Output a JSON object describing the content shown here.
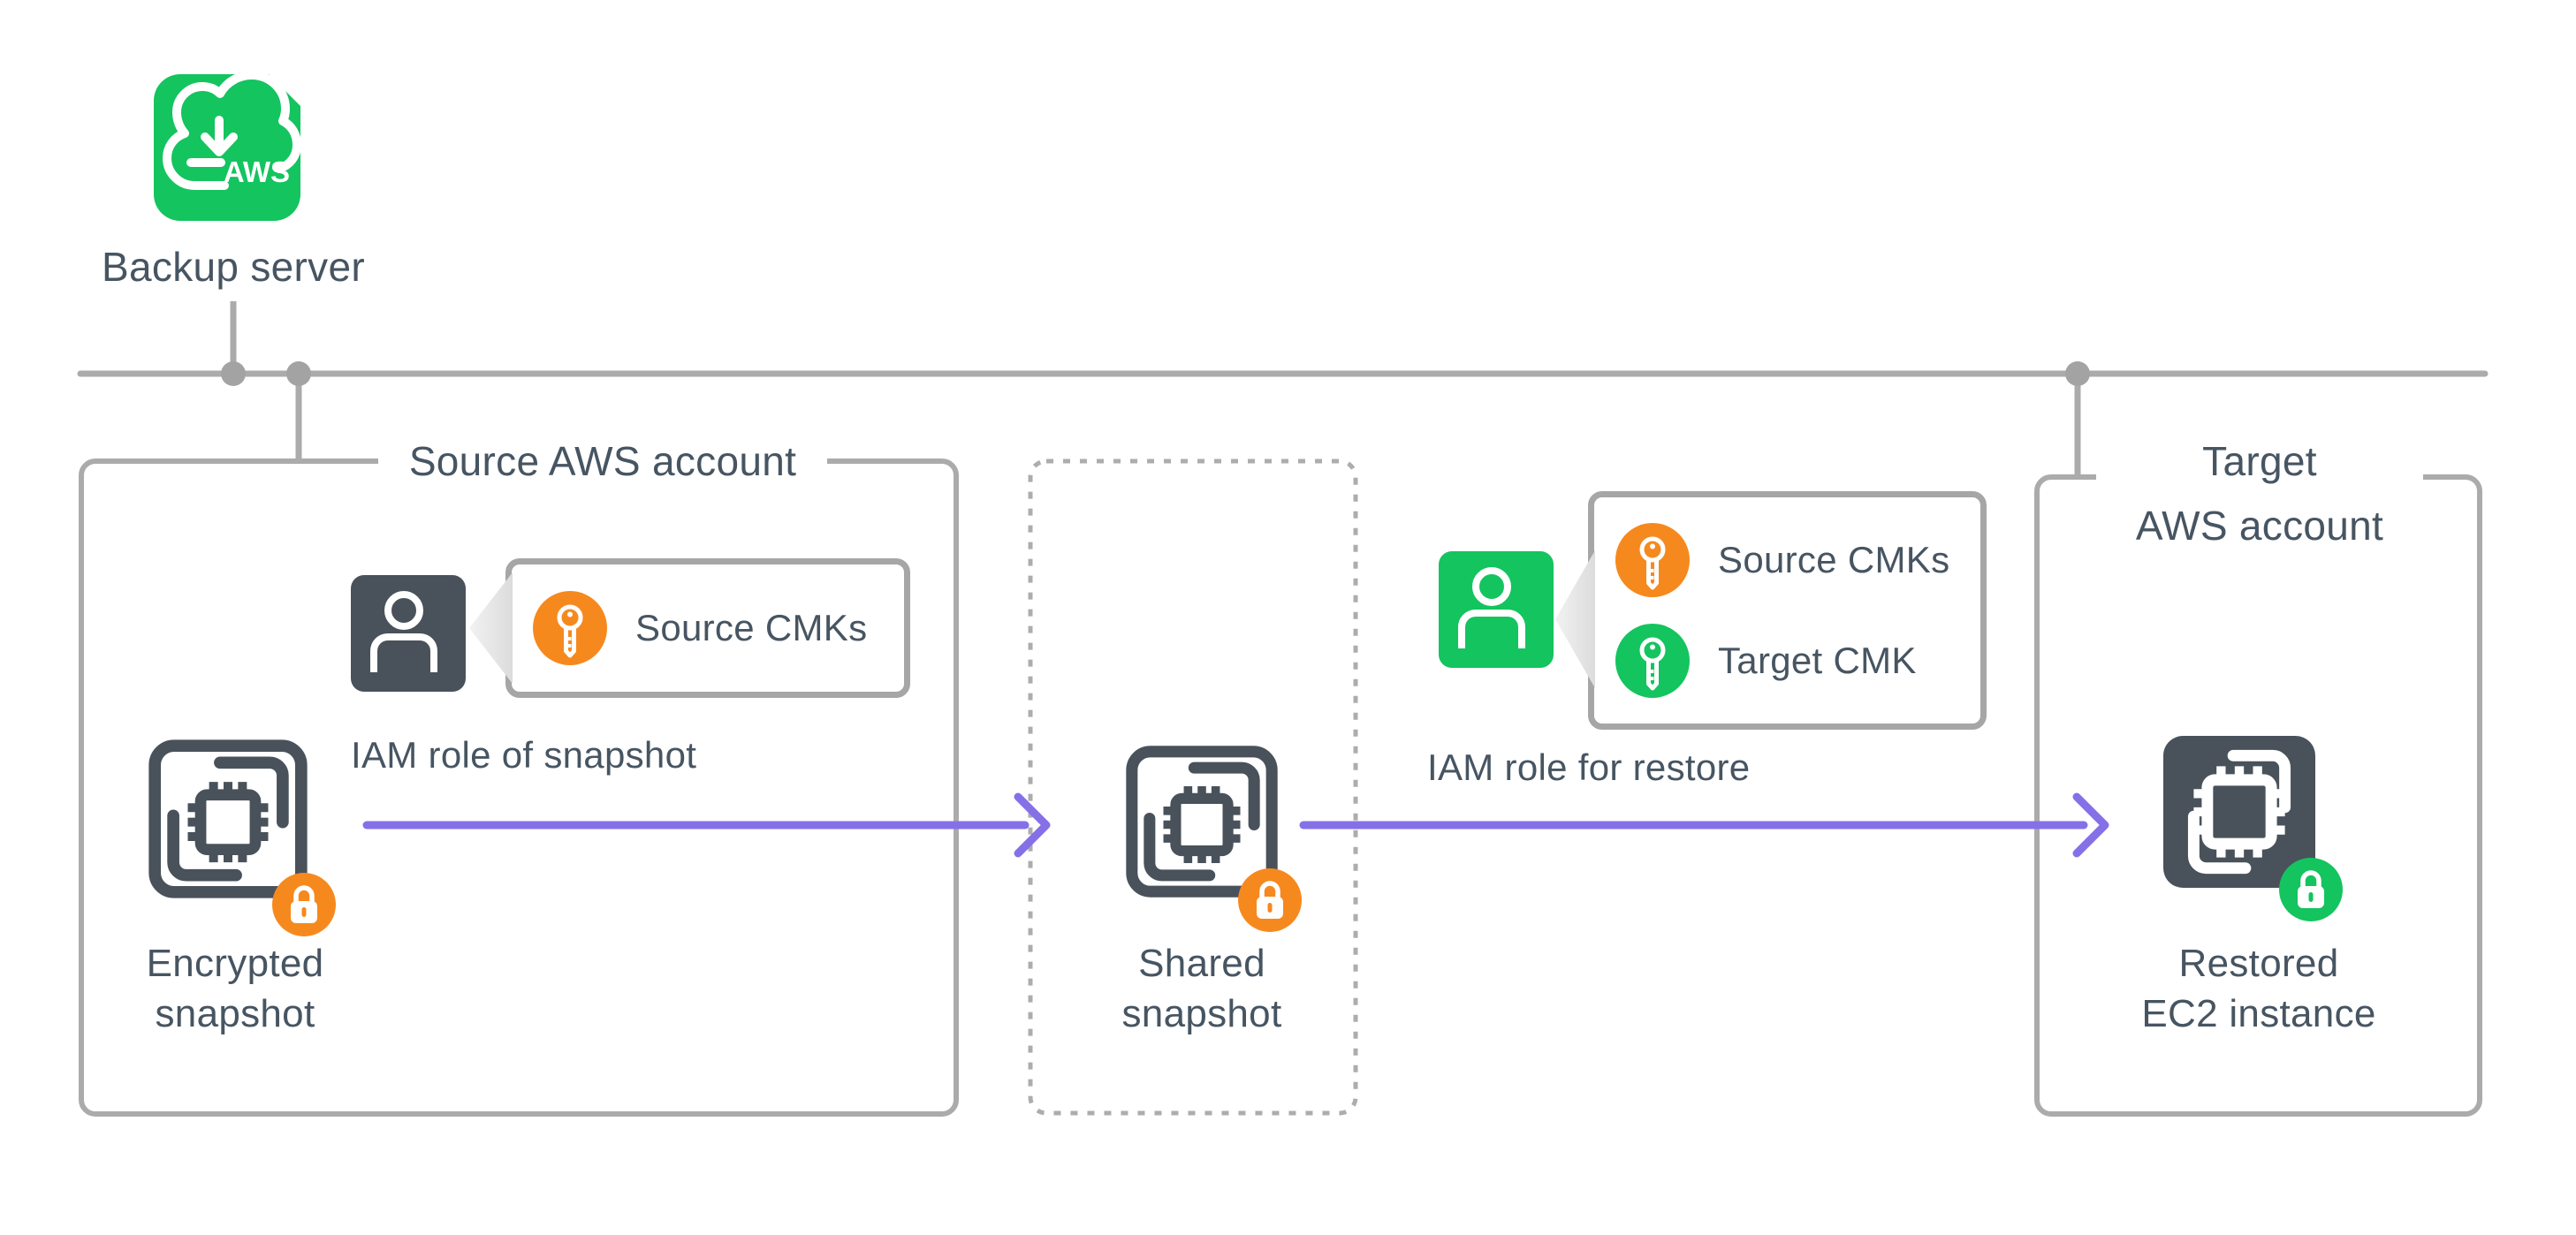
{
  "backup_server": {
    "label": "Backup server",
    "badge_text": "AWS"
  },
  "accounts": {
    "source": {
      "title": "Source AWS account"
    },
    "target": {
      "title_line1": "Target",
      "title_line2": "AWS account"
    }
  },
  "nodes": {
    "iam_role_snapshot": {
      "label": "IAM role of snapshot"
    },
    "encrypted_snapshot": {
      "label_line1": "Encrypted",
      "label_line2": "snapshot"
    },
    "shared_snapshot": {
      "label_line1": "Shared",
      "label_line2": "snapshot"
    },
    "iam_role_restore": {
      "label": "IAM role for restore"
    },
    "restored_ec2": {
      "label_line1": "Restored",
      "label_line2": "EC2 instance"
    }
  },
  "callouts": {
    "snapshot_role_keys": {
      "items": [
        {
          "label": "Source CMKs",
          "key_color": "#F6891E"
        }
      ]
    },
    "restore_role_keys": {
      "items": [
        {
          "label": "Source CMKs",
          "key_color": "#F6891E"
        },
        {
          "label": "Target CMK",
          "key_color": "#14C45F"
        }
      ]
    }
  },
  "colors": {
    "green": "#14C45F",
    "orange": "#F6891E",
    "purple": "#8570E8",
    "slate": "#49525B",
    "text": "#475562",
    "line_gray": "#ABABAB"
  }
}
